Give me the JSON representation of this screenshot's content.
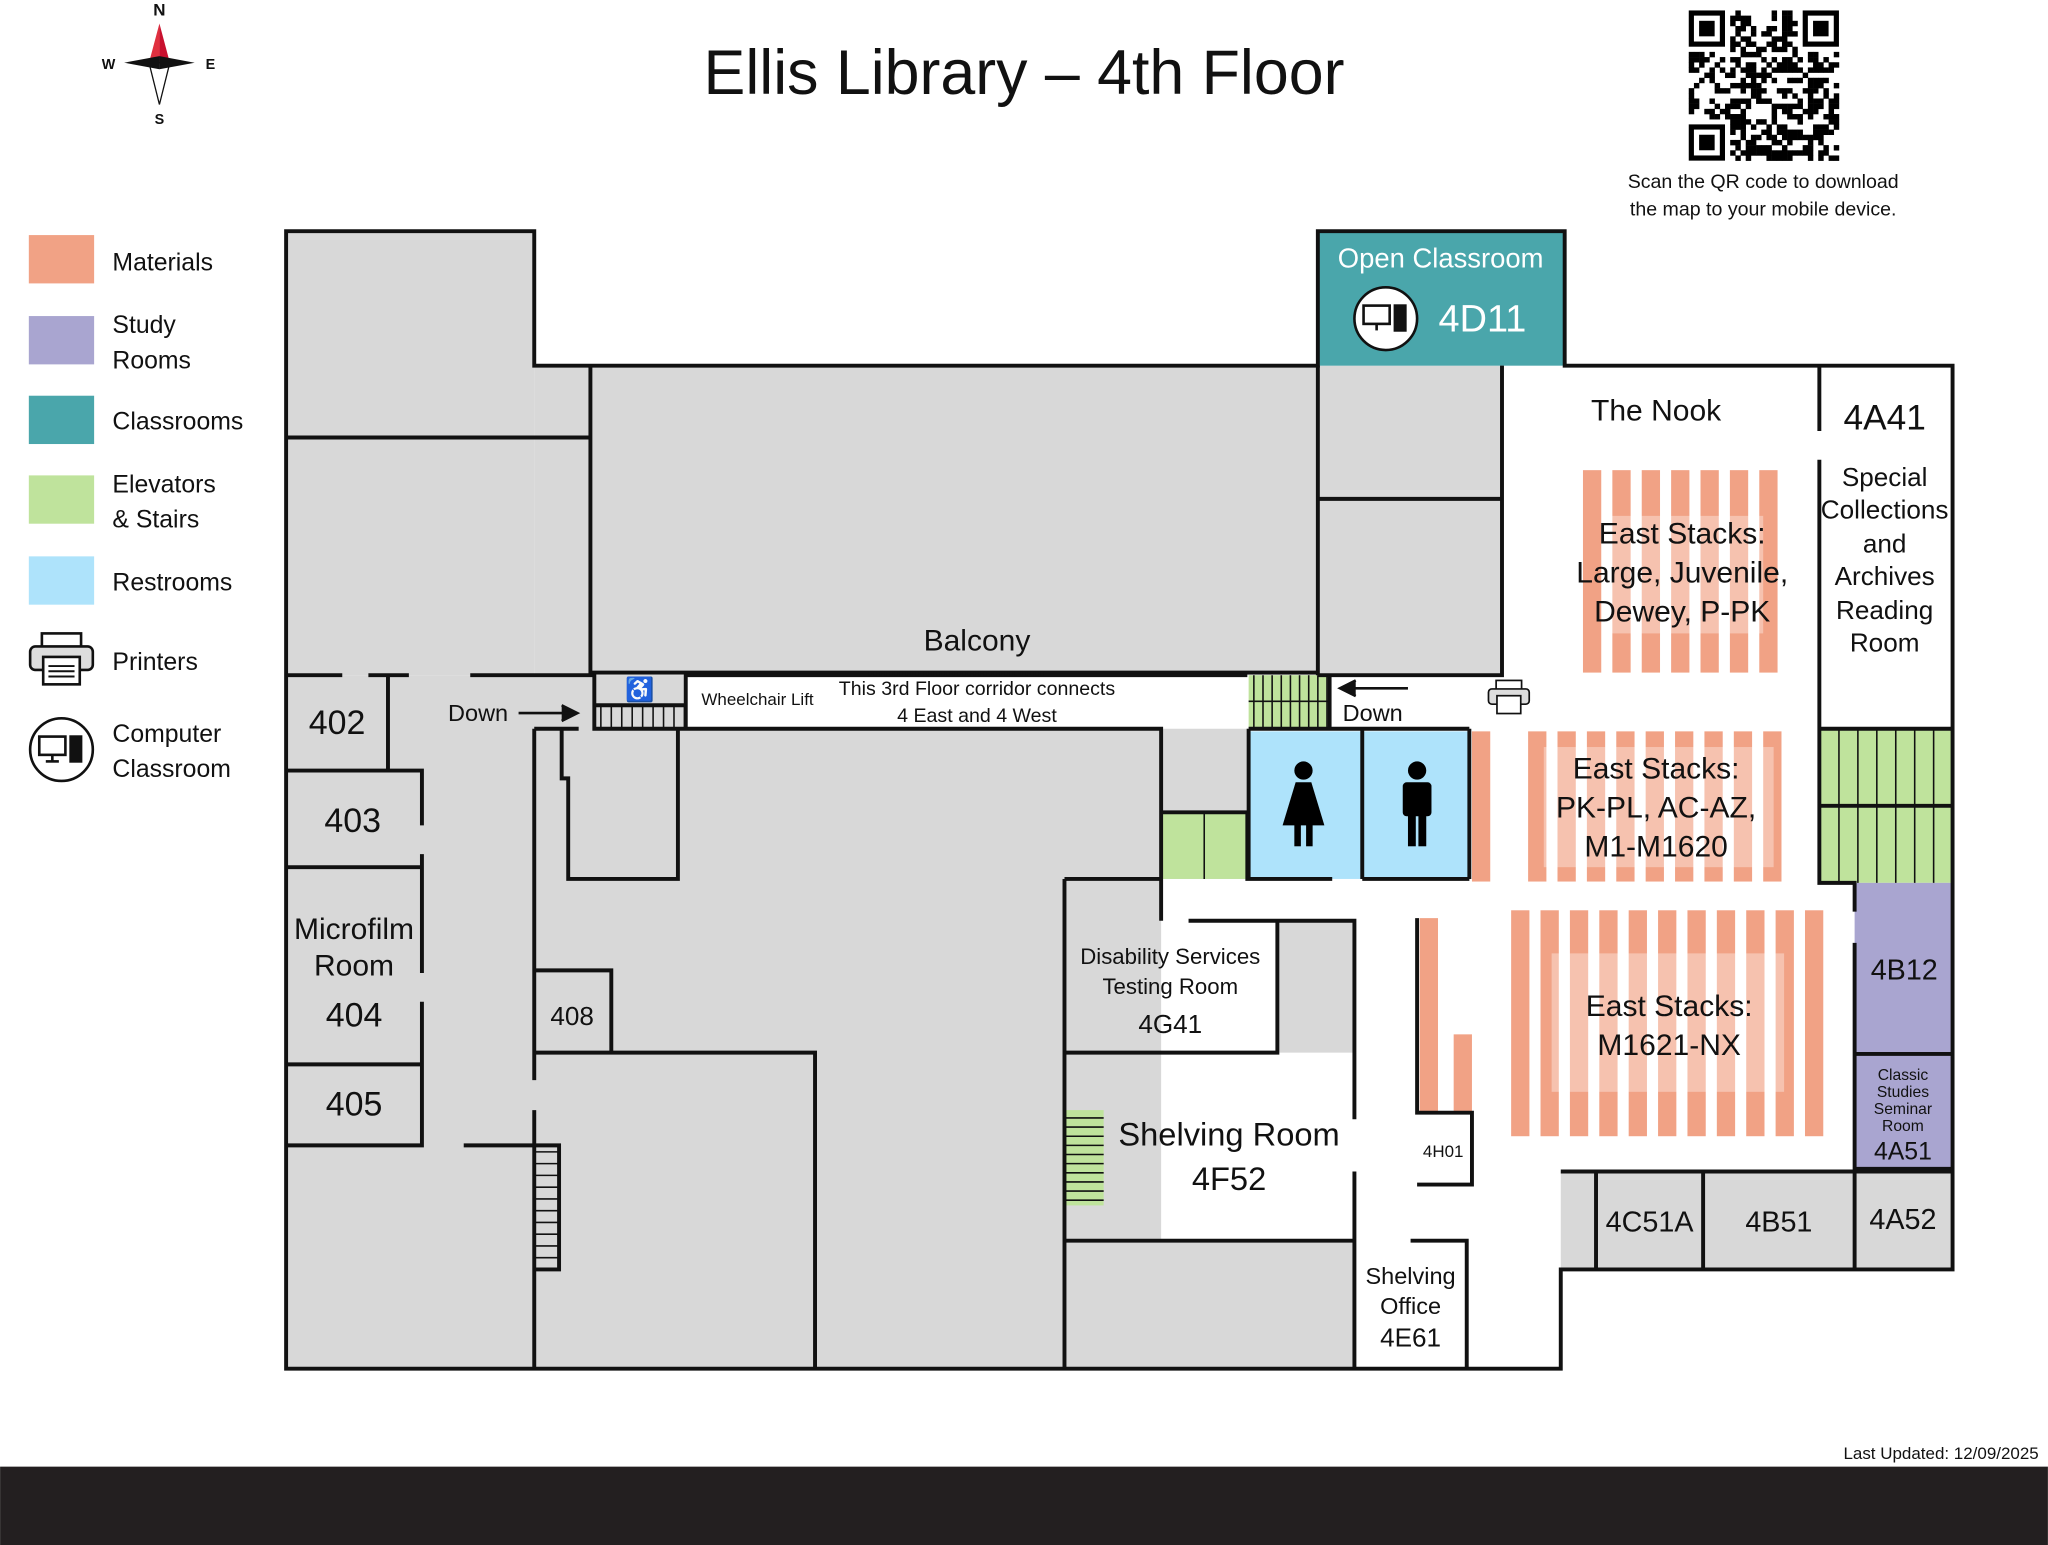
{
  "title": "Ellis Library – 4th Floor",
  "compass": {
    "n": "N",
    "s": "S",
    "e": "E",
    "w": "W"
  },
  "qr": {
    "caption_lines": [
      "Scan the QR code to download",
      "the map to your mobile device."
    ]
  },
  "legend": [
    {
      "lines": [
        "Materials"
      ],
      "color": "#f1a285"
    },
    {
      "lines": [
        "Study",
        "Rooms"
      ],
      "color": "#a9a5d0"
    },
    {
      "lines": [
        "Classrooms"
      ],
      "color": "#4aa6ab"
    },
    {
      "lines": [
        "Elevators",
        "& Stairs"
      ],
      "color": "#bfe39c"
    },
    {
      "lines": [
        "Restrooms"
      ],
      "color": "#aee3fb"
    },
    {
      "lines": [
        "Printers"
      ],
      "icon": "printer-icon"
    },
    {
      "lines": [
        "Computer",
        "Classroom"
      ],
      "icon": "computer-icon"
    }
  ],
  "rooms": {
    "open_classroom": {
      "label": "Open Classroom",
      "number": "4D11"
    },
    "balcony": "Balcony",
    "wheelchair_lift": "Wheelchair Lift",
    "corridor_note": [
      "This 3rd Floor corridor connects",
      "4 East and 4 West"
    ],
    "down_west": "Down",
    "down_east": "Down",
    "r402": "402",
    "r403": "403",
    "r404": {
      "lines": [
        "Microfilm",
        "Room"
      ],
      "number": "404"
    },
    "r405": "405",
    "r408": "408",
    "nook": "The Nook",
    "r4a41": {
      "number": "4A41",
      "lines": [
        "Special",
        "Collections",
        "and",
        "Archives",
        "Reading",
        "Room"
      ]
    },
    "stacks_top": [
      "East Stacks:",
      "Large, Juvenile,",
      "Dewey, P-PK"
    ],
    "stacks_mid": [
      "East Stacks:",
      "PK-PL, AC-AZ,",
      "M1-M1620"
    ],
    "stacks_low": [
      "East Stacks:",
      "M1621-NX"
    ],
    "r4g41": [
      "Disability Services",
      "Testing Room",
      "4G41"
    ],
    "r4f52": [
      "Shelving Room",
      "4F52"
    ],
    "r4e61": [
      "Shelving",
      "Office",
      "4E61"
    ],
    "r4h01": "4H01",
    "r4b12": "4B12",
    "r4a51": {
      "lines": [
        "Classic",
        "Studies",
        "Seminar",
        "Room"
      ],
      "number": "4A51"
    },
    "r4c51a": "4C51A",
    "r4b51": "4B51",
    "r4a52": "4A52"
  },
  "footer": {
    "last_updated": "Last Updated: 12/09/2025"
  },
  "colors": {
    "materials": "#f1a285",
    "study": "#a9a5d0",
    "classroom": "#4aa6ab",
    "elevator": "#bfe39c",
    "restroom": "#aee3fb",
    "wall": "#111111",
    "gray": "#d8d8d8",
    "footer": "#231f20"
  }
}
